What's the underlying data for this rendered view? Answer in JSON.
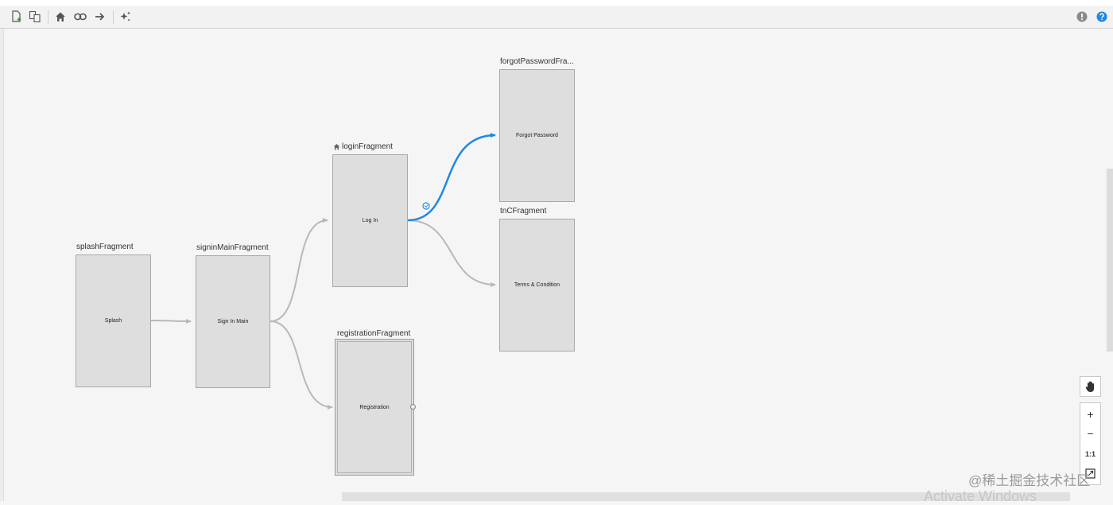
{
  "toolbar": {
    "buttons": [
      {
        "icon": "new-destination-icon"
      },
      {
        "icon": "nested-graph-icon"
      },
      {
        "icon": "home-icon"
      },
      {
        "icon": "link-icon"
      },
      {
        "icon": "arrow-right-icon"
      },
      {
        "icon": "sparkle-icon"
      }
    ],
    "right": [
      {
        "icon": "warning-icon"
      },
      {
        "icon": "help-icon"
      }
    ]
  },
  "fragments": {
    "splash": {
      "title": "splashFragment",
      "label": "Splash"
    },
    "signin": {
      "title": "signinMainFragment",
      "label": "Sign In Main"
    },
    "login": {
      "title": "loginFragment",
      "label": "Log In",
      "start_destination": true
    },
    "registration": {
      "title": "registrationFragment",
      "label": "Registration"
    },
    "forgot": {
      "title": "forgotPasswordFra...",
      "label": "Forgot Password"
    },
    "tnc": {
      "title": "tnCFragment",
      "label": "Terms & Condition"
    }
  },
  "zoom": {
    "plus": "+",
    "minus": "−",
    "actual": "1:1"
  },
  "watermark": "@稀土掘金技术社区",
  "activate_text": "Activate Windows",
  "colors": {
    "selected_action": "#1e88e5",
    "action": "#b8b8b8",
    "fragment_fill": "#dedede"
  }
}
